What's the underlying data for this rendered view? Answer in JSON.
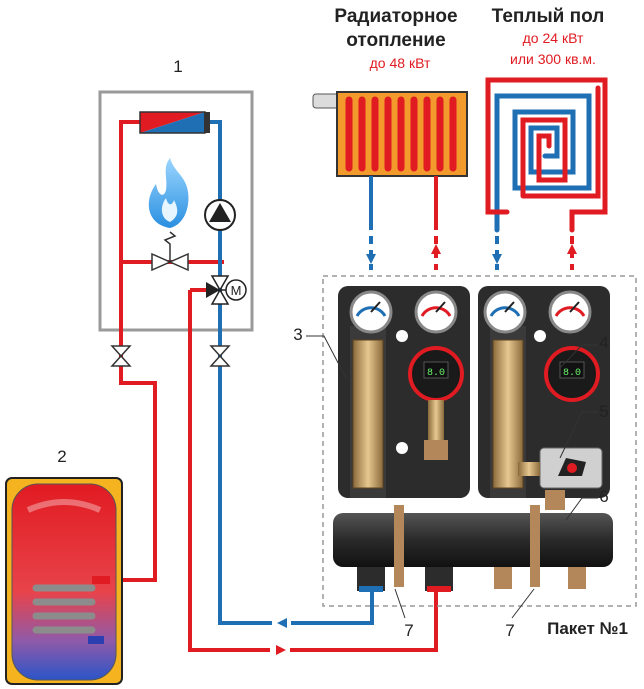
{
  "headers": {
    "radiator_title_line1": "Радиаторное",
    "radiator_title_line2": "отопление",
    "radiator_power": "до 48 кВт",
    "floor_title": "Теплый пол",
    "floor_power_line1": "до 24 кВт",
    "floor_power_line2": "или 300 кв.м."
  },
  "labels": {
    "boiler": "1",
    "tank": "2",
    "mixing_tube": "3",
    "pump": "4",
    "mixing_valve": "5",
    "manifold": "6",
    "connector_left": "7",
    "connector_right": "7",
    "package": "Пакет №1",
    "motor": "M"
  },
  "pump_display": "8.0",
  "colors": {
    "supply_red": "#e11b22",
    "return_blue": "#1f6fb5",
    "brass": "#c8a064",
    "unit_dark": "#2c2c2c",
    "radiator_orange": "#f39a2d"
  }
}
